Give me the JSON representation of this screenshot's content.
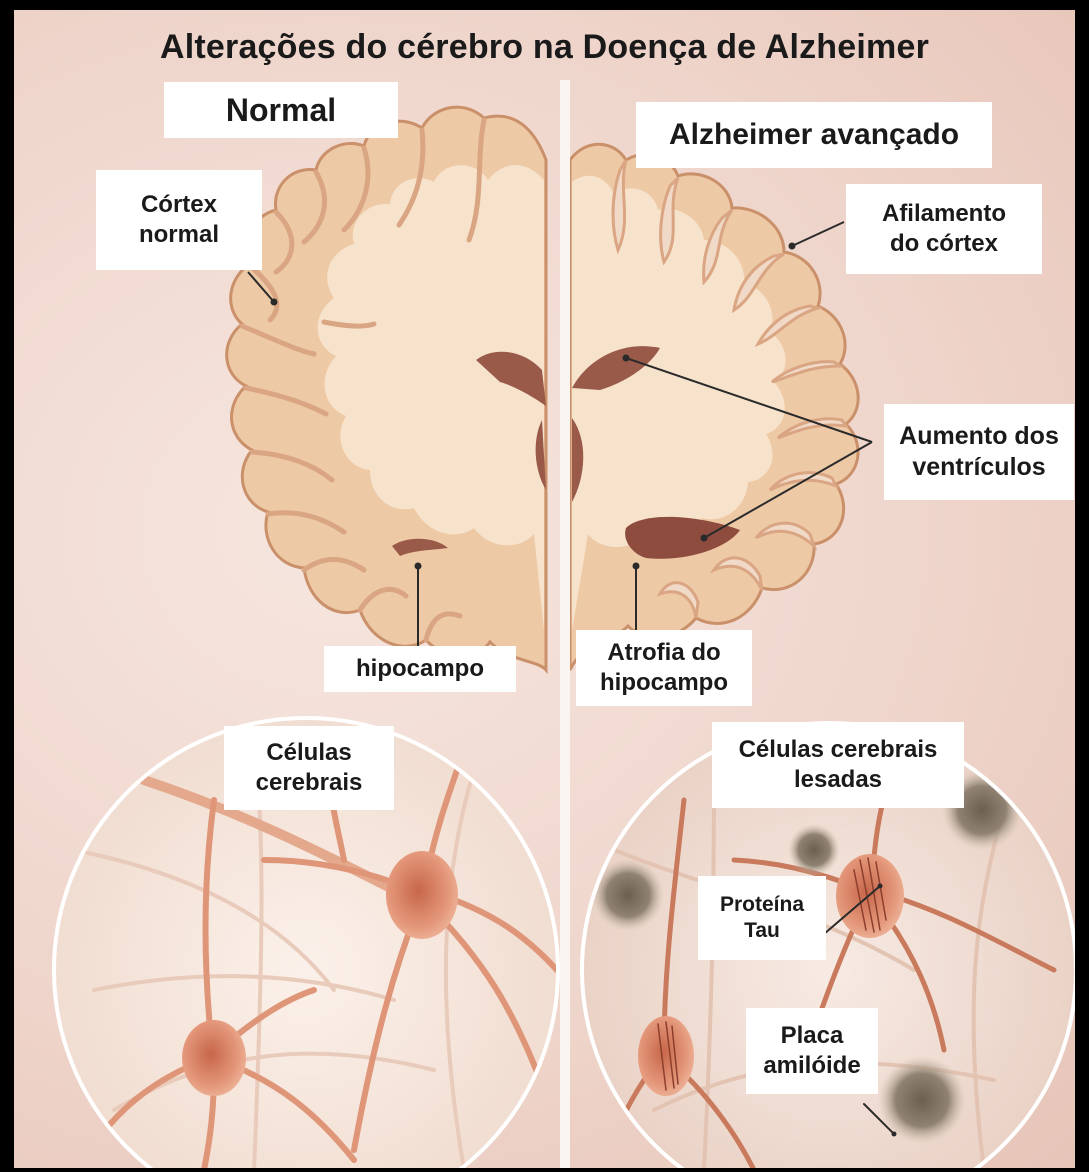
{
  "title": "Alterações do cérebro na Doença de Alzheimer",
  "panels": {
    "left_heading": "Normal",
    "right_heading": "Alzheimer avançado"
  },
  "labels": {
    "cortex_normal": [
      "Córtex",
      "normal"
    ],
    "hipocampo": "hipocampo",
    "celulas_cerebrais": [
      "Células",
      "cerebrais"
    ],
    "afilamento_cortex": [
      "Afilamento",
      "do córtex"
    ],
    "aumento_ventriculos": [
      "Aumento dos",
      "ventrículos"
    ],
    "atrofia_hipocampo": [
      "Atrofia do",
      "hipocampo"
    ],
    "celulas_lesadas": [
      "Células cerebrais",
      "lesadas"
    ],
    "proteina_tau": [
      "Proteína",
      "Tau"
    ],
    "placa_amiloide": [
      "Placa",
      "amilóide"
    ]
  },
  "colors": {
    "background": "#efd6cc",
    "brain_cortex": "#eec9a6",
    "brain_white_matter": "#f7e3cc",
    "ventricle": "#9a5a4a",
    "neuron": "#d98a68",
    "plaque": "#8a7e6e",
    "label_bg": "#ffffff"
  }
}
